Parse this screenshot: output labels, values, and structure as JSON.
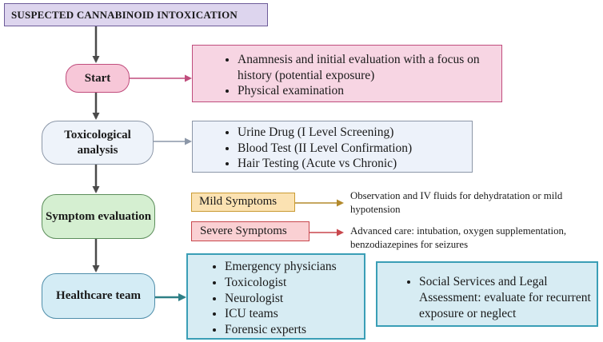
{
  "title": "SUSPECTED CANNABINOID INTOXICATION",
  "nodes": {
    "start": "Start",
    "tox_line1": "Toxicological",
    "tox_line2": "analysis",
    "symptom": "Symptom evaluation",
    "team": "Healthcare team"
  },
  "start_details": [
    "Anamnesis and initial evaluation with a focus on history (potential exposure)",
    "Physical examination"
  ],
  "tox_details": [
    "Urine Drug (I Level Screening)",
    "Blood Test (II Level Confirmation)",
    "Hair Testing (Acute vs Chronic)"
  ],
  "mild": {
    "label": "Mild Symptoms",
    "note": "Observation and IV fluids for dehydratation or mild hypotension"
  },
  "severe": {
    "label": "Severe Symptoms",
    "note": "Advanced care: intubation, oxygen supplementation, benzodiazepines for seizures"
  },
  "team_members": [
    "Emergency physicians",
    "Toxicologist",
    "Neurologist",
    "ICU teams",
    "Forensic experts"
  ],
  "social": [
    "Social Services and Legal Assessment: evaluate for recurrent exposure or neglect"
  ],
  "colors": {
    "title_fill": "#ddd5ee",
    "start_fill": "#f7c7d8",
    "start_stroke": "#c04d7d",
    "tox_fill": "#eef3fa",
    "symptom_fill": "#d5efd1",
    "team_fill": "#d4ecf5",
    "team_stroke": "#3a9eb6",
    "mild_fill": "#fbe2b2",
    "severe_fill": "#fad0d3",
    "severe_stroke": "#c8474d",
    "flow_arrow": "#4a4a4a",
    "team_arrow": "#2e7f86"
  }
}
